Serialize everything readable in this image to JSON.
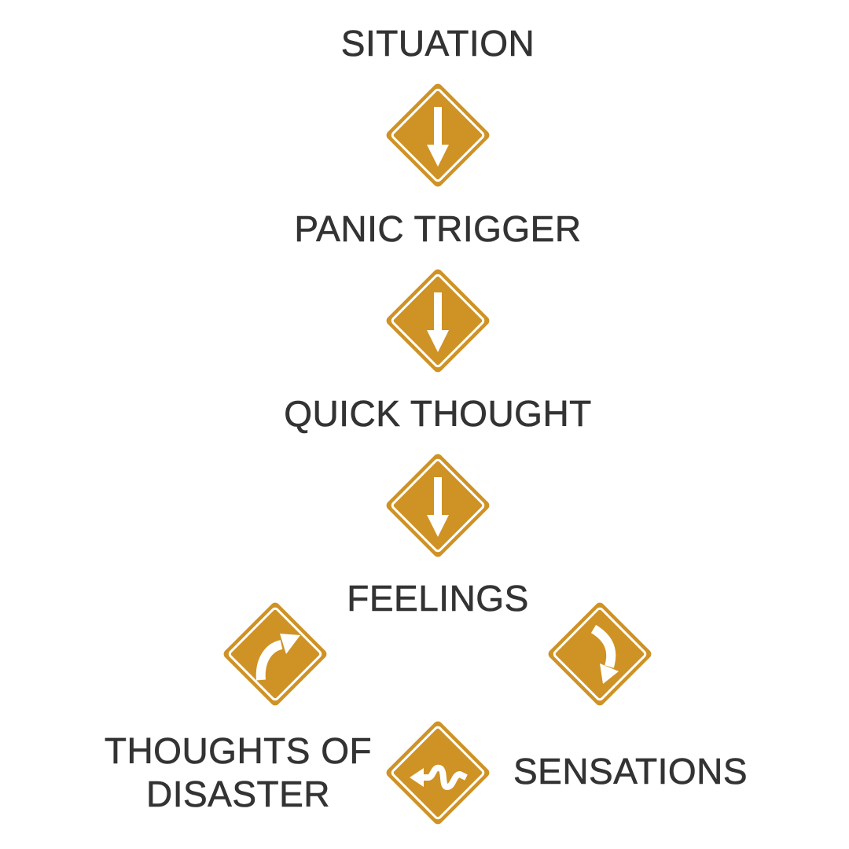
{
  "colors": {
    "sign_fill": "#CF9225",
    "sign_border": "#ffffff",
    "text": "#333333",
    "background": "#ffffff"
  },
  "steps": [
    {
      "id": "situation",
      "label": "SITUATION"
    },
    {
      "id": "panic-trigger",
      "label": "PANIC TRIGGER"
    },
    {
      "id": "quick-thought",
      "label": "QUICK THOUGHT"
    },
    {
      "id": "feelings",
      "label": "FEELINGS"
    }
  ],
  "branches": {
    "left": {
      "line1": "THOUGHTS OF",
      "line2": "DISASTER"
    },
    "right": {
      "label": "SENSATIONS"
    }
  },
  "signs": [
    {
      "id": "arrow-1",
      "icon": "down-arrow-sign"
    },
    {
      "id": "arrow-2",
      "icon": "down-arrow-sign"
    },
    {
      "id": "arrow-3",
      "icon": "down-arrow-sign"
    },
    {
      "id": "curve-left",
      "icon": "curve-right-arrow-sign"
    },
    {
      "id": "curve-right",
      "icon": "curve-down-arrow-sign"
    },
    {
      "id": "winding",
      "icon": "winding-road-arrow-sign"
    }
  ]
}
